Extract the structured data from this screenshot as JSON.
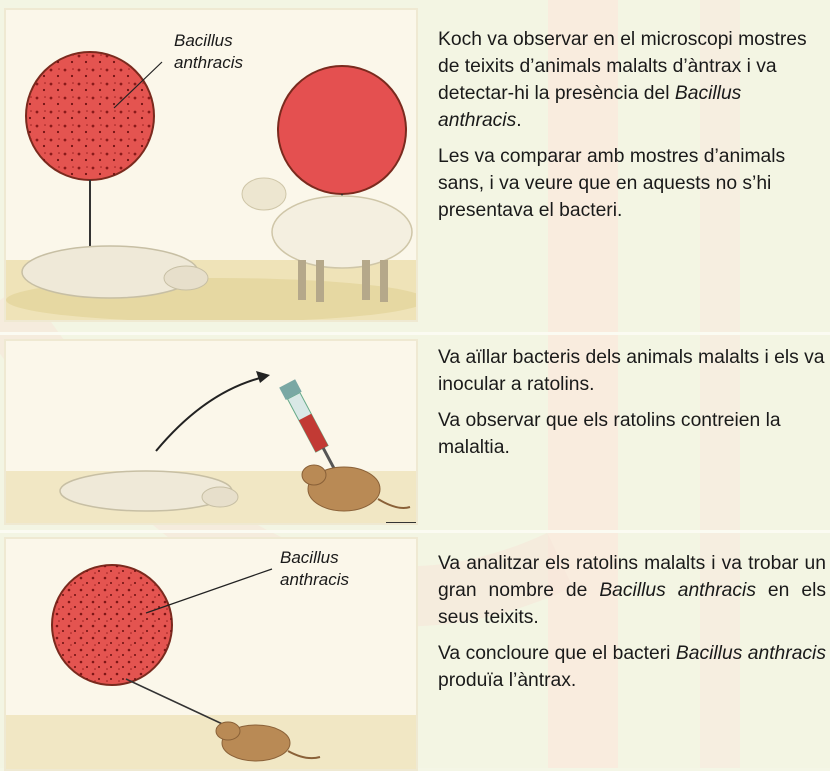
{
  "panels": [
    {
      "label_line1": "Bacillus",
      "label_line2": "anthracis",
      "p1_a": "Koch va observar en el microscopi mostres de teixits d’animals malalts d’àntrax i va detectar-hi la presència del ",
      "p1_italic": "Bacillus anthracis",
      "p1_b": ".",
      "p2": "Les va comparar amb mostres d’ani­mals sans, i va veure que en aquests no s’hi presentava el bacteri."
    },
    {
      "p1": "Va aïllar bacteris dels animals malalts i els va inocular a ratolins.",
      "p2": "Va observar que els ratolins contreien la malaltia."
    },
    {
      "label_line1": "Bacillus",
      "label_line2": "anthracis",
      "p1_a": "Va analitzar els ratolins malalts i va trobar un gran nombre de ",
      "p1_italic": "Bacillus anthracis",
      "p1_b": " en els seus teixits.",
      "p2_a": "Va concloure que el bacteri ",
      "p2_italic": "Bacillus anthracis",
      "p2_b": " produïa l’àntrax."
    }
  ]
}
